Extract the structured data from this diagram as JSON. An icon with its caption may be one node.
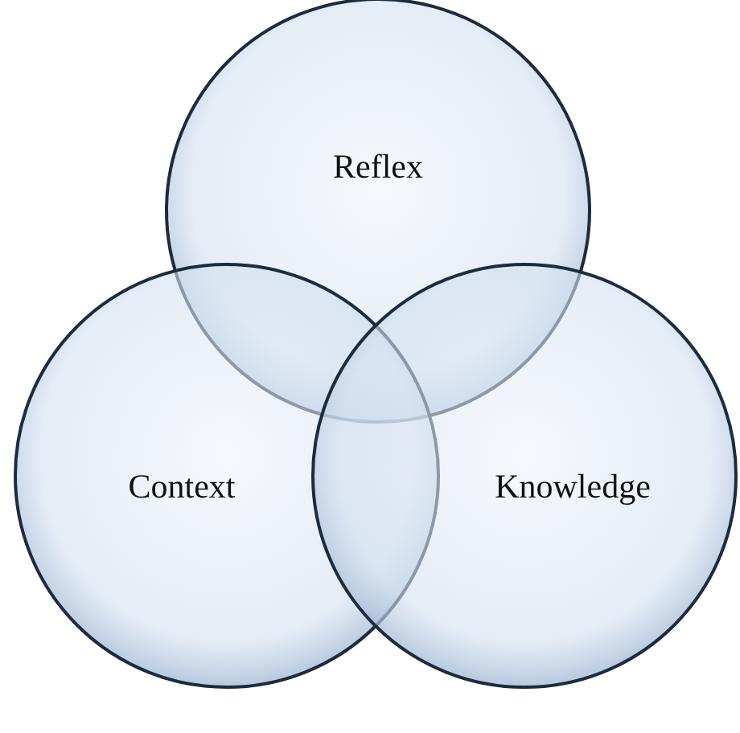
{
  "diagram": {
    "nodes": [
      {
        "text": [
          "Reflex"
        ]
      },
      {
        "text": [
          "Context"
        ]
      },
      {
        "text": [
          "Knowledge"
        ]
      }
    ]
  }
}
